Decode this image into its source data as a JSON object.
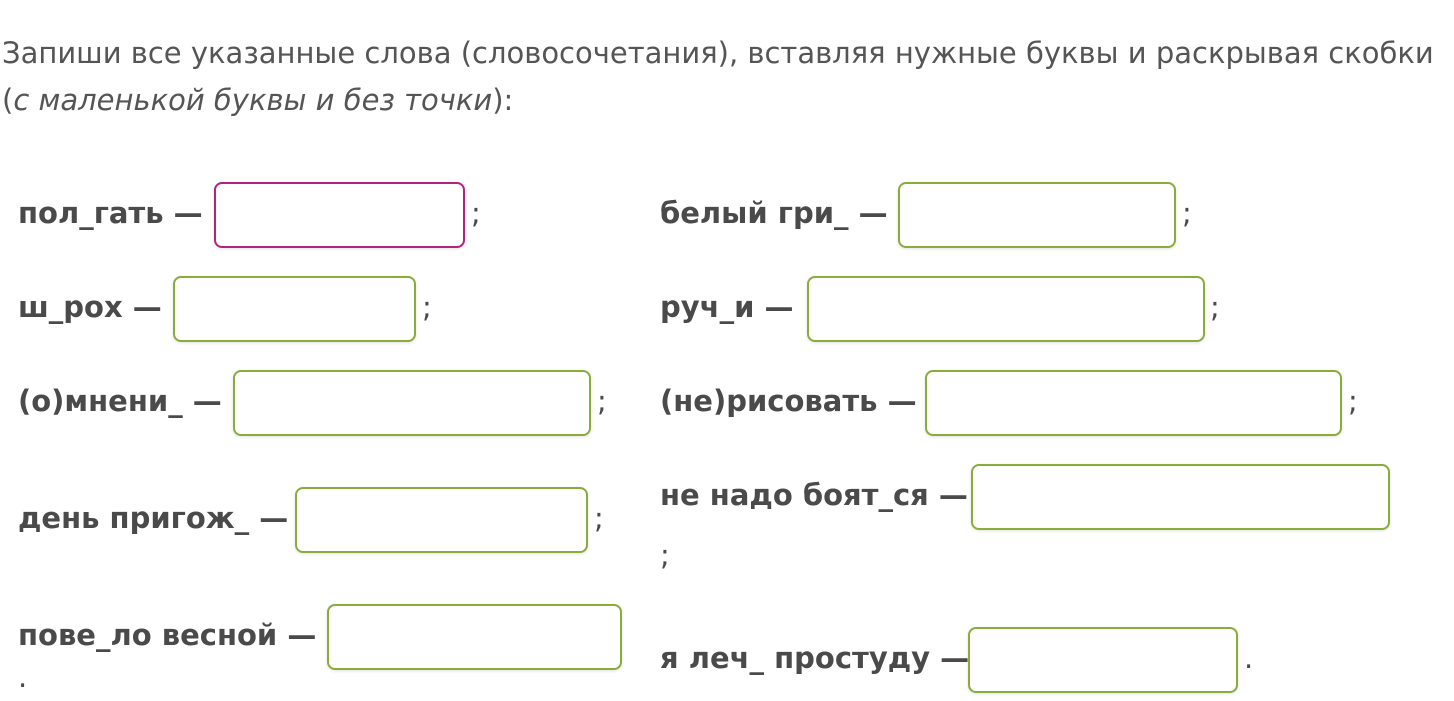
{
  "instruction": {
    "text_before": "Запиши все указанные слова (словосочетания), вставляя нужные буквы и раскрывая скобки (",
    "emphasis": "с маленькой буквы и без точки",
    "text_after": "):"
  },
  "items": [
    {
      "label": "пол_гать —",
      "value": "",
      "punct": ";"
    },
    {
      "label": "белый гри_ —",
      "value": "",
      "punct": ";"
    },
    {
      "label": "ш_рох —",
      "value": "",
      "punct": ";"
    },
    {
      "label": "руч_и —",
      "value": "",
      "punct": ";"
    },
    {
      "label": "(о)мнени_ —",
      "value": "",
      "punct": ";"
    },
    {
      "label": "(не)рисовать —",
      "value": "",
      "punct": ";"
    },
    {
      "label": "день пригож_ —",
      "value": "",
      "punct": ";"
    },
    {
      "label": "не надо боят_ся —",
      "value": "",
      "punct": ";"
    },
    {
      "label": "пове_ло весной —",
      "value": "",
      "punct": "."
    },
    {
      "label": "я леч_ простуду —",
      "value": "",
      "punct": "."
    }
  ],
  "colors": {
    "field_border": "#8aac3a",
    "field_border_active": "#b0247e",
    "text": "#4a4a4a"
  }
}
